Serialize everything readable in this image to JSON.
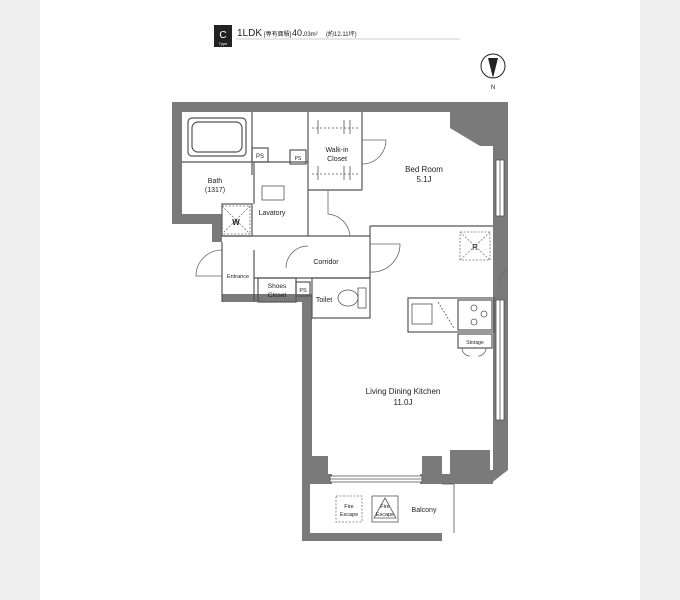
{
  "header": {
    "type_letter": "C",
    "type_sub": "Type",
    "layout": "1LDK",
    "area_label": "[専有面積]",
    "area_value": "40.",
    "area_decimal": "03m²",
    "area_tsubo": "(約12.11坪)"
  },
  "compass": {
    "label": "N"
  },
  "rooms": {
    "bath": "Bath",
    "bath_size": "(1317)",
    "walkin_line1": "Walk-in",
    "walkin_line2": "Closet",
    "bedroom": "Bed Room",
    "bedroom_size": "5.1J",
    "lavatory": "Lavatory",
    "washer": "W",
    "corridor": "Corridor",
    "entrance": "Entrance",
    "shoes_line1": "Shoes",
    "shoes_line2": "Closet",
    "toilet": "Toilet",
    "fridge": "R",
    "storage": "Storage",
    "ldk": "Living Dining Kitchen",
    "ldk_size": "11.0J",
    "balcony": "Balcony",
    "fire_escape_1a": "Fire",
    "fire_escape_1b": "Escape",
    "fire_escape_2a": "Fire",
    "fire_escape_2b": "Escape",
    "ps1": "PS",
    "ps2": "PS",
    "ps3": "PS"
  },
  "colors": {
    "wall": "#7a7a7a",
    "line": "#555555",
    "text": "#222222"
  }
}
